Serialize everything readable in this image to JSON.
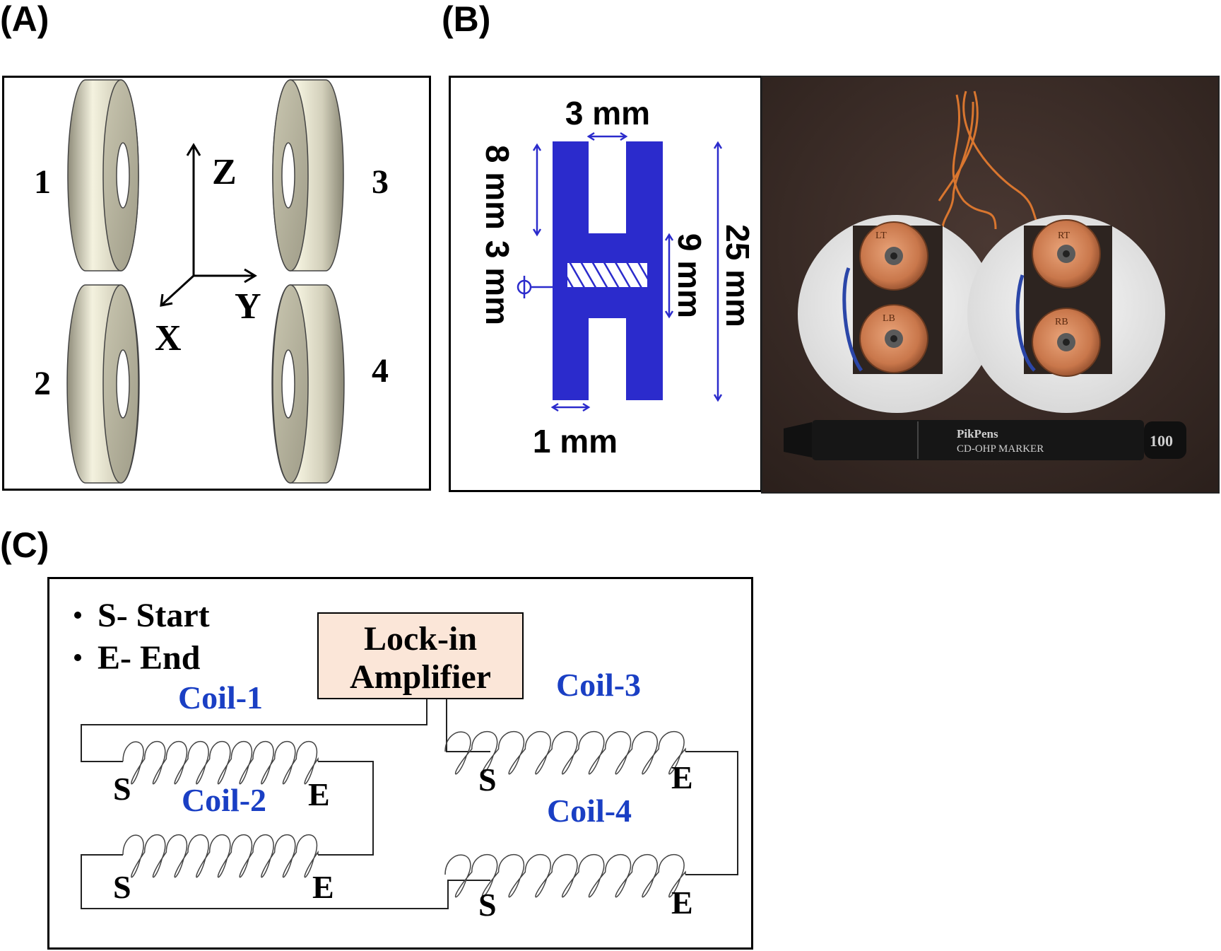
{
  "panels": {
    "a_label": "(A)",
    "b_label": "(B)",
    "c_label": "(C)"
  },
  "panel_a": {
    "coil_numbers": [
      "1",
      "2",
      "3",
      "4"
    ],
    "axes": {
      "z": "Z",
      "x": "X",
      "y": "Y"
    }
  },
  "panel_b": {
    "dim_top": "3 mm",
    "dim_left": "8 mm",
    "dim_phi": "3 mm",
    "dim_center": "9 mm",
    "dim_total": "25 mm",
    "dim_bottom": "1 mm",
    "photo": {
      "marker_brand": "PikPens",
      "marker_text": "CD-OHP MARKER",
      "marker_model": "100",
      "coil_tags": [
        "LT",
        "LB",
        "RT",
        "RB"
      ]
    },
    "colors": {
      "spool": "#2b2bcc",
      "arrows": "#2b2bcc"
    }
  },
  "panel_c": {
    "legend": [
      "S- Start",
      "E- End"
    ],
    "amplifier": [
      "Lock-in",
      "Amplifier"
    ],
    "coils": [
      "Coil-1",
      "Coil-2",
      "Coil-3",
      "Coil-4"
    ],
    "start": "S",
    "end": "E",
    "colors": {
      "coil_title": "#1a3fc4",
      "amplifier_fill": "#fbe6d8"
    }
  }
}
